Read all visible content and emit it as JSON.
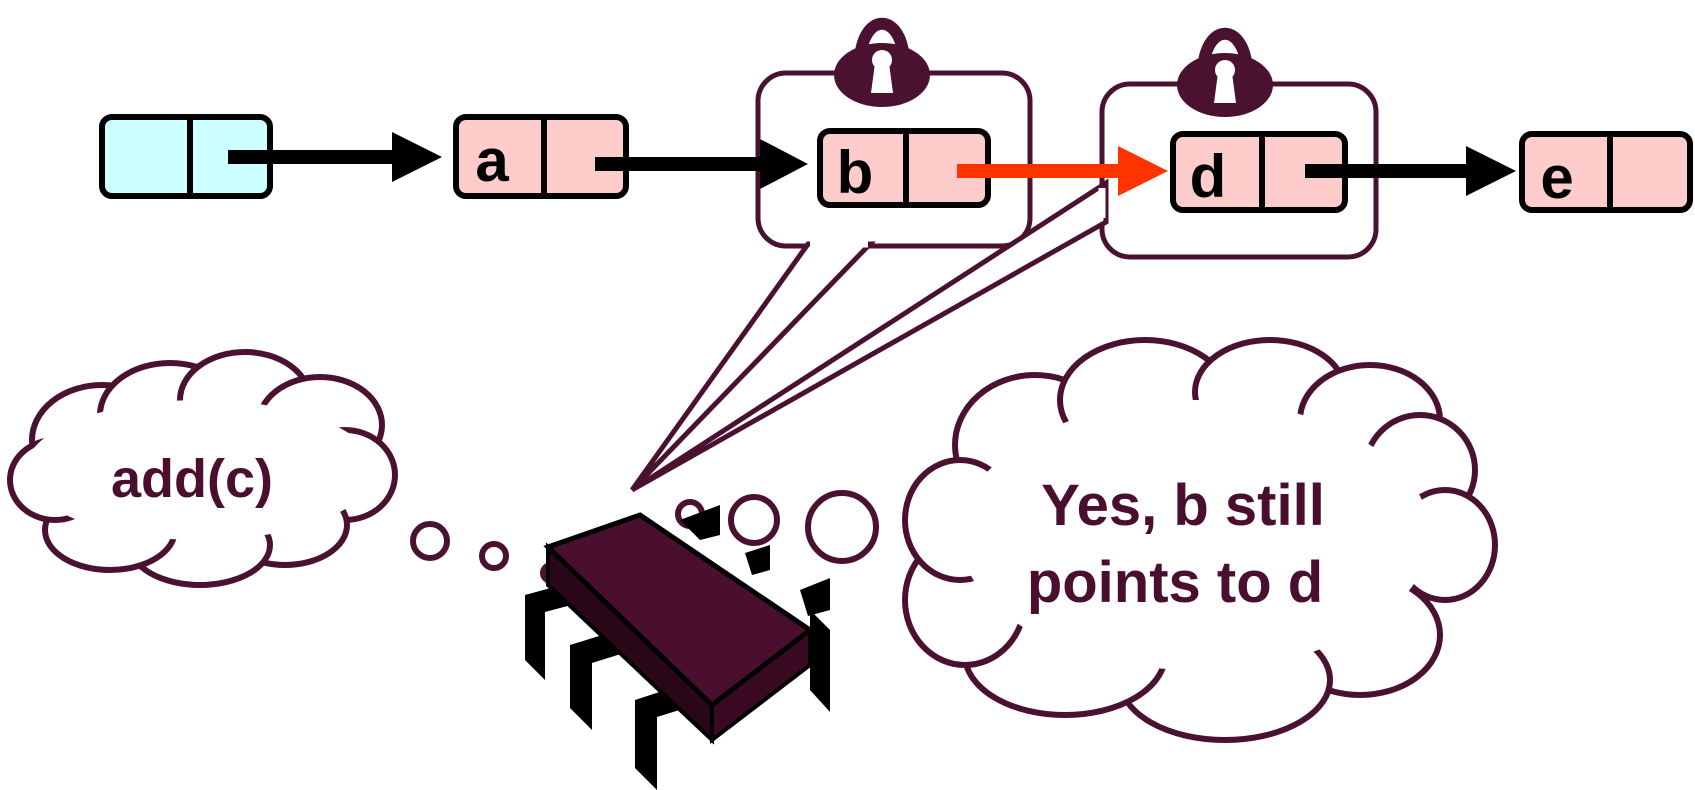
{
  "nodes": [
    {
      "id": "head",
      "label": "",
      "color": "#ccffff"
    },
    {
      "id": "a",
      "label": "a",
      "color": "#ffcccc"
    },
    {
      "id": "b",
      "label": "b",
      "color": "#ffcccc"
    },
    {
      "id": "d",
      "label": "d",
      "color": "#ffcccc"
    },
    {
      "id": "e",
      "label": "e",
      "color": "#ffcccc"
    }
  ],
  "locked_nodes": [
    "b",
    "d"
  ],
  "highlight_edge": {
    "from": "b",
    "to": "d",
    "color": "#ff3300"
  },
  "edge_color": "#000000",
  "outline_color": "#4a1230",
  "lock_color": "#4a1230",
  "chip_color": "#4a0f2e",
  "thread_thought": {
    "text": "add(c)"
  },
  "validation_thought": {
    "line1": "Yes, b still",
    "line2": "points to d"
  },
  "icons": {
    "lock": "padlock-icon",
    "thread": "processor-chip-icon",
    "thought": "thought-cloud-icon"
  }
}
